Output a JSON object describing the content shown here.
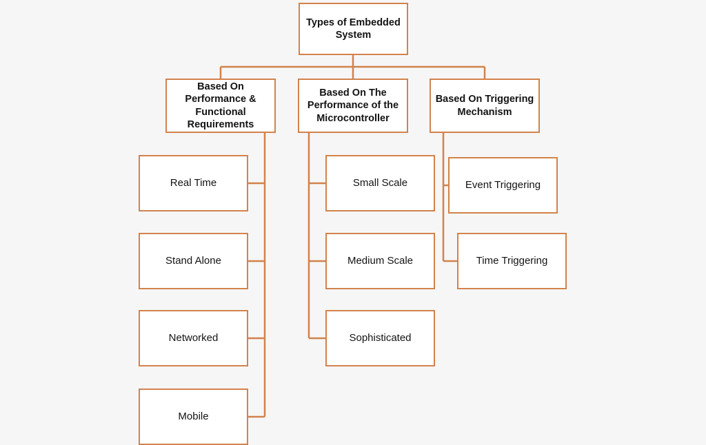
{
  "diagram": {
    "title": "Types of Embedded System",
    "type": "hierarchy-tree",
    "colors": {
      "background": "#f6f6f6",
      "node_fill": "#ffffff",
      "node_border": "#d2824b",
      "connector": "#d2824b",
      "text": "#131313"
    },
    "root": {
      "label": "Types of Embedded\nSystem"
    },
    "branches": [
      {
        "label": "Based On\nPerformance &\nFunctional\nRequirements",
        "children": [
          {
            "label": "Real Time"
          },
          {
            "label": "Stand Alone"
          },
          {
            "label": "Networked"
          },
          {
            "label": "Mobile"
          }
        ]
      },
      {
        "label": "Based On The\nPerformance of the\nMicrocontroller",
        "children": [
          {
            "label": "Small Scale"
          },
          {
            "label": "Medium Scale"
          },
          {
            "label": "Sophisticated"
          }
        ]
      },
      {
        "label": "Based On Triggering\nMechanism",
        "children": [
          {
            "label": "Event Triggering"
          },
          {
            "label": "Time Triggering"
          }
        ]
      }
    ]
  }
}
